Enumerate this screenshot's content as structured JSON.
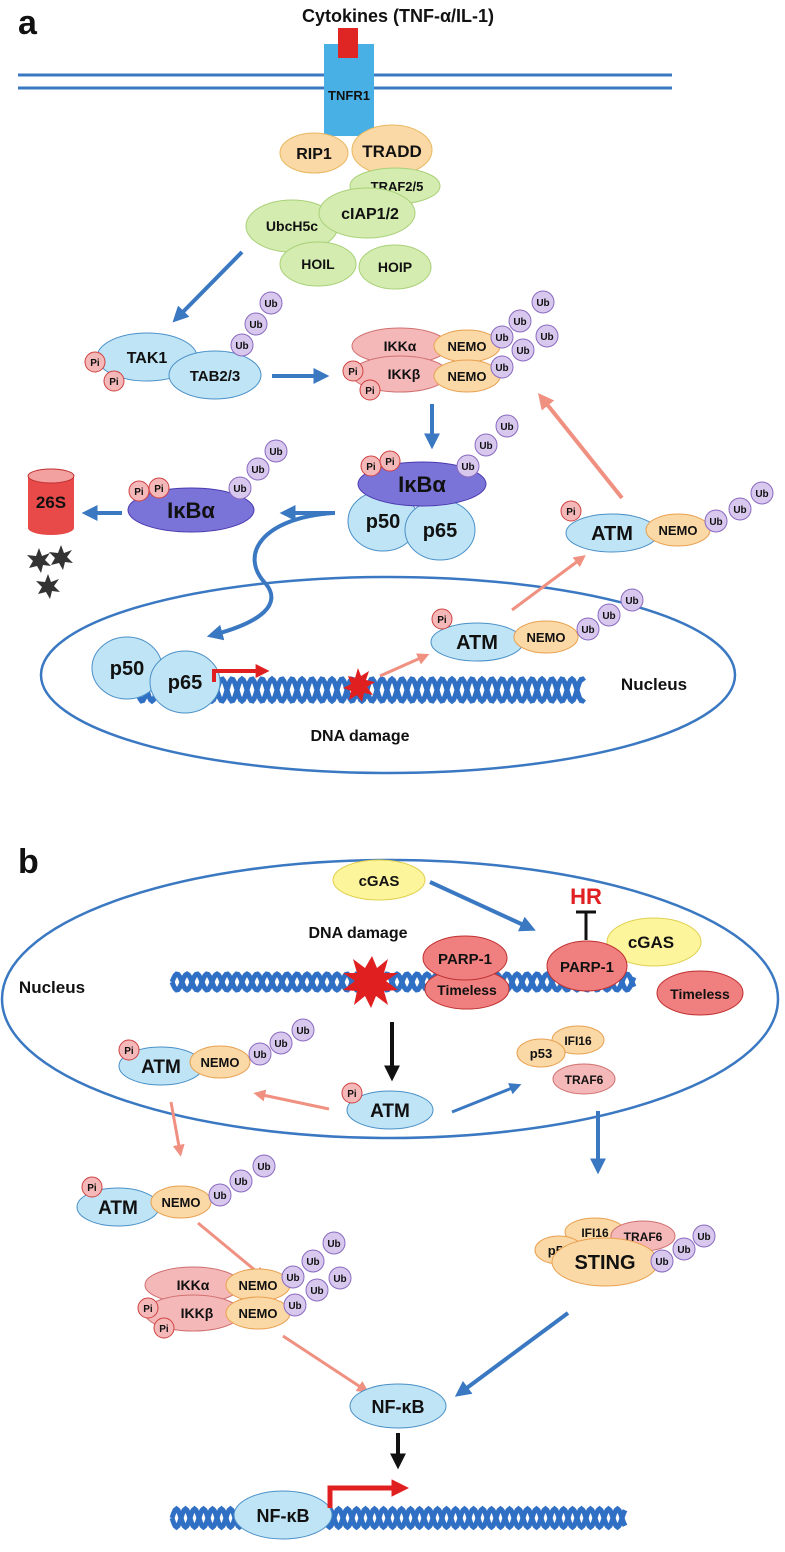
{
  "panel_a": {
    "label": "a",
    "receptor": {
      "ligand": "Cytokines (TNF-α/IL-1)",
      "receptor": "TNFR1"
    },
    "complex": {
      "rip1": "RIP1",
      "tradd": "TRADD",
      "traf": "TRAF2/5",
      "ubch5c": "UbcH5c",
      "ciap": "cIAP1/2",
      "hoil": "HOIL",
      "hoip": "HOIP"
    },
    "tak": {
      "tak1": "TAK1",
      "tab": "TAB2/3"
    },
    "ikk": {
      "alpha": "IKKα",
      "beta": "IKKβ",
      "nemo": "NEMO"
    },
    "ikba": {
      "ikba": "IκBα",
      "p50": "p50",
      "p65": "p65"
    },
    "degraded": {
      "proteasome": "26S",
      "ikba": "IκBα"
    },
    "atm": {
      "atm": "ATM",
      "nemo": "NEMO"
    },
    "nucleus": {
      "label": "Nucleus",
      "dna_label": "DNA damage",
      "p50": "p50",
      "p65": "p65"
    }
  },
  "panel_b": {
    "label": "b",
    "nucleus_label": "Nucleus",
    "cgas": "cGAS",
    "hr": "HR",
    "dna_label": "DNA damage",
    "parp1": "PARP-1",
    "timeless": "Timeless",
    "atm": "ATM",
    "nemo": "NEMO",
    "p53": "p53",
    "ifi16": "IFI16",
    "traf6": "TRAF6",
    "ikk_alpha": "IKKα",
    "ikk_beta": "IKKβ",
    "sting": "STING",
    "nfkb": "NF-κB"
  },
  "common": {
    "pi": "Pi",
    "ub": "Ub"
  },
  "colors": {
    "blue_line": "#3a78c2",
    "arrow_pink": "#f09080",
    "arrow_red": "#e02020",
    "dna": "#2f6fc4",
    "fill_blue": "#bfe4f5",
    "fill_orange": "#fbd9a6",
    "fill_green": "#d4ecb0",
    "fill_purple": "#d8c8ee",
    "fill_pink": "#f5b8b8",
    "fill_yellow": "#fdf59c",
    "fill_red": "#f08080"
  }
}
